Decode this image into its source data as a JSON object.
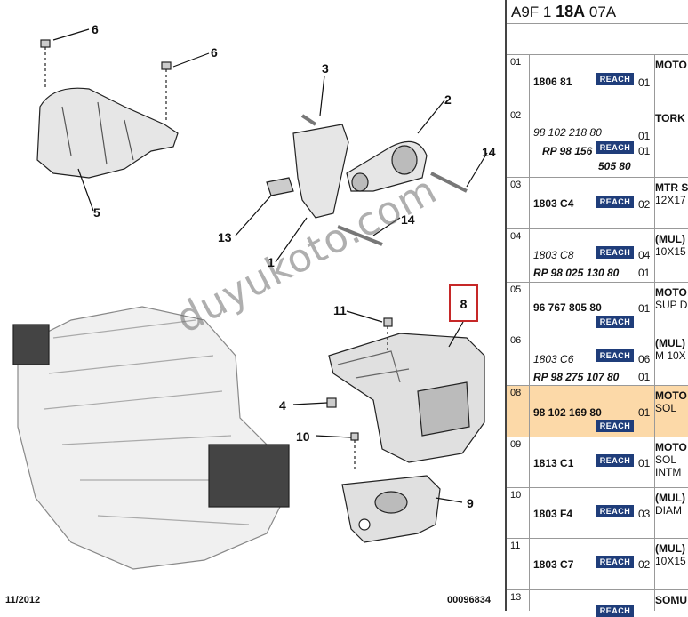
{
  "diagram": {
    "callouts": [
      "6",
      "6",
      "5",
      "3",
      "2",
      "14",
      "13",
      "14",
      "1",
      "11",
      "8",
      "4",
      "10",
      "9"
    ],
    "highlighted_callout": "8",
    "watermark": "duyukoto.com",
    "date": "11/2012",
    "drawing_number": "00096834",
    "colors": {
      "highlight": "#c62828",
      "selected_row": "#fcd9a8",
      "reach_badge": "#1f3d7a"
    }
  },
  "parts_list": {
    "ref_prefix": "A9F 1",
    "ref_bold": "18A",
    "ref_suffix": "07A",
    "badge_label": "REACH",
    "rows": [
      {
        "num": "01",
        "lines": [
          "1806 81"
        ],
        "qty": [
          "01"
        ],
        "desc": [
          "MOTO",
          ""
        ]
      },
      {
        "num": "02",
        "lines": [
          "98 102 218 80",
          "RP 98 156",
          "505 80"
        ],
        "qty": [
          "01",
          "01"
        ],
        "desc": [
          "TORK",
          ""
        ]
      },
      {
        "num": "03",
        "lines": [
          "1803 C4"
        ],
        "qty": [
          "02"
        ],
        "desc": [
          "MTR S",
          "12X17"
        ]
      },
      {
        "num": "04",
        "lines": [
          "1803 C8",
          "RP 98 025 130 80"
        ],
        "qty": [
          "04",
          "01"
        ],
        "desc": [
          "(MUL)",
          "10X15"
        ]
      },
      {
        "num": "05",
        "lines": [
          "96 767 805 80"
        ],
        "qty": [
          "01"
        ],
        "desc": [
          "MOTO",
          "SUP D"
        ]
      },
      {
        "num": "06",
        "lines": [
          "1803 C6",
          "RP 98 275 107 80"
        ],
        "qty": [
          "06",
          "01"
        ],
        "desc": [
          "(MUL)",
          "M 10X"
        ]
      },
      {
        "num": "08",
        "lines": [
          "98 102 169 80"
        ],
        "qty": [
          "01"
        ],
        "desc": [
          "MOTO",
          "SOL"
        ]
      },
      {
        "num": "09",
        "lines": [
          "1813 C1"
        ],
        "qty": [
          "01"
        ],
        "desc": [
          "MOTO",
          "SOL",
          "INTM"
        ]
      },
      {
        "num": "10",
        "lines": [
          "1803 F4"
        ],
        "qty": [
          "03"
        ],
        "desc": [
          "(MUL)",
          "DIAM"
        ]
      },
      {
        "num": "11",
        "lines": [
          "1803 C7"
        ],
        "qty": [
          "02"
        ],
        "desc": [
          "(MUL)",
          "10X15"
        ]
      },
      {
        "num": "13",
        "lines": [
          ""
        ],
        "qty": [
          ""
        ],
        "desc": [
          "SOMU",
          ""
        ]
      }
    ]
  }
}
